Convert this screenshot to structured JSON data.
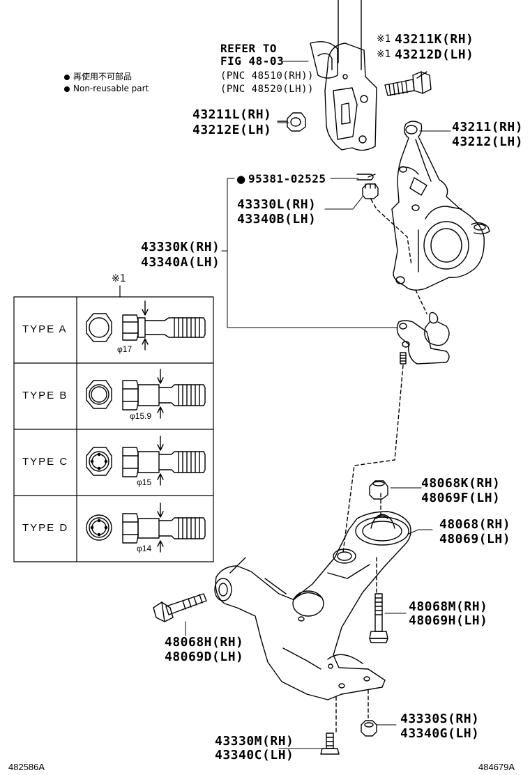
{
  "legend": {
    "line1": "再使用不可部品",
    "line2": "Non-reusable part"
  },
  "refer": {
    "line1": "REFER TO",
    "line2": "FIG 48-03",
    "line3": "(PNC 48510(RH))",
    "line4": "(PNC 48520(LH))"
  },
  "parts": {
    "bolt_top": {
      "mark": "※1",
      "rh": "43211K(RH)",
      "lh": "43212D(LH)"
    },
    "nut_top": {
      "rh": "43211L(RH)",
      "lh": "43212E(LH)"
    },
    "knuckle": {
      "rh": "43211(RH)",
      "lh": "43212(LH)"
    },
    "cotter_pin": {
      "bullet": "●",
      "code": "95381-02525"
    },
    "nut_ball": {
      "rh": "43330L(RH)",
      "lh": "43340B(LH)"
    },
    "ball_joint": {
      "rh": "43330K(RH)",
      "lh": "43340A(LH)"
    },
    "nut_arm": {
      "rh": "48068K(RH)",
      "lh": "48069F(LH)"
    },
    "lower_arm": {
      "rh": "48068(RH)",
      "lh": "48069(LH)"
    },
    "bolt_arm_vert": {
      "rh": "48068M(RH)",
      "lh": "48069H(LH)"
    },
    "bolt_arm_front": {
      "rh": "48068H(RH)",
      "lh": "48069D(LH)"
    },
    "nut_bottom": {
      "rh": "43330S(RH)",
      "lh": "43340G(LH)"
    },
    "bolt_bottom": {
      "rh": "43330M(RH)",
      "lh": "43340C(LH)"
    }
  },
  "type_table": {
    "mark": "※1",
    "rows": [
      {
        "label": "TYPE A",
        "dia": "φ17"
      },
      {
        "label": "TYPE B",
        "dia": "φ15.9"
      },
      {
        "label": "TYPE C",
        "dia": "φ15"
      },
      {
        "label": "TYPE D",
        "dia": "φ14"
      }
    ]
  },
  "footer": {
    "left": "482586A",
    "right": "484679A"
  }
}
